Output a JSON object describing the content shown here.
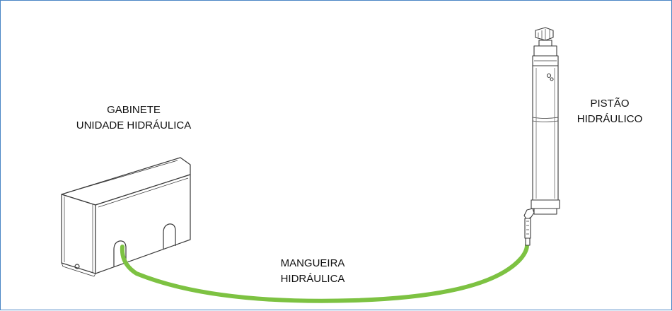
{
  "labels": {
    "cabinet": {
      "line1": "GABINETE",
      "line2": "UNIDADE HIDRÁULICA"
    },
    "piston": {
      "line1": "PISTÃO",
      "line2": "HIDRÁULICO"
    },
    "hose": {
      "line1": "MANGUEIRA",
      "line2": "HIDRÁULICA"
    }
  },
  "colors": {
    "frame_border": "#4a86c5",
    "hose": "#7dc242",
    "drawing_line": "#3a3a3a"
  }
}
